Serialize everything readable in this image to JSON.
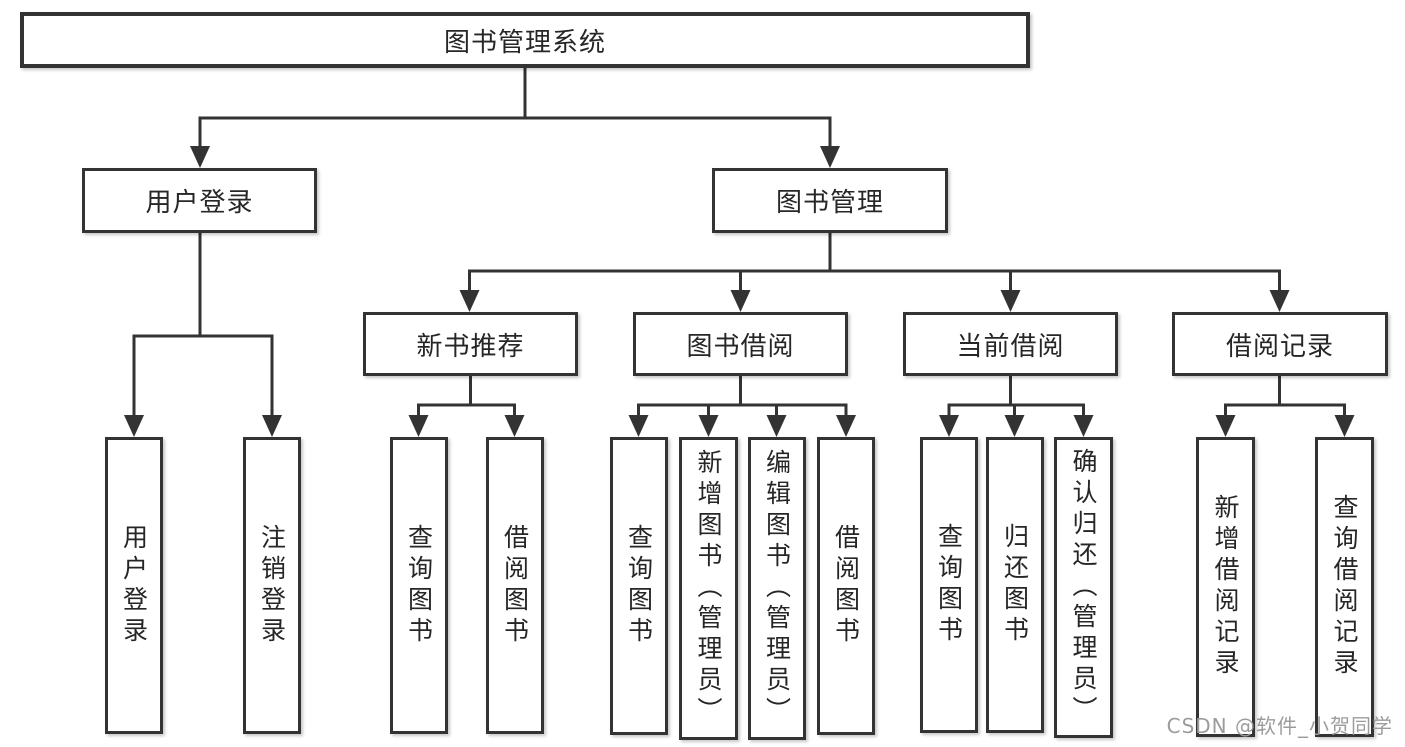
{
  "tree": {
    "root": "图书管理系统",
    "level1": [
      {
        "label": "用户登录",
        "children": [
          "用户登录",
          "注销登录"
        ]
      },
      {
        "label": "图书管理",
        "children": [
          {
            "label": "新书推荐",
            "children": [
              "查询图书",
              "借阅图书"
            ]
          },
          {
            "label": "图书借阅",
            "children": [
              "查询图书",
              "新增图书（管理员）",
              "编辑图书（管理员）",
              "借阅图书"
            ]
          },
          {
            "label": "当前借阅",
            "children": [
              "查询图书",
              "归还图书",
              "确认归还（管理员）"
            ]
          },
          {
            "label": "借阅记录",
            "children": [
              "新增借阅记录",
              "查询借阅记录"
            ]
          }
        ]
      }
    ]
  },
  "watermark": {
    "text": "CSDN @软件_小贺同学",
    "color": "#9c9c9c"
  },
  "colors": {
    "line": "#333333",
    "box_border": "#333333",
    "text": "#262626",
    "background": "#ffffff"
  }
}
